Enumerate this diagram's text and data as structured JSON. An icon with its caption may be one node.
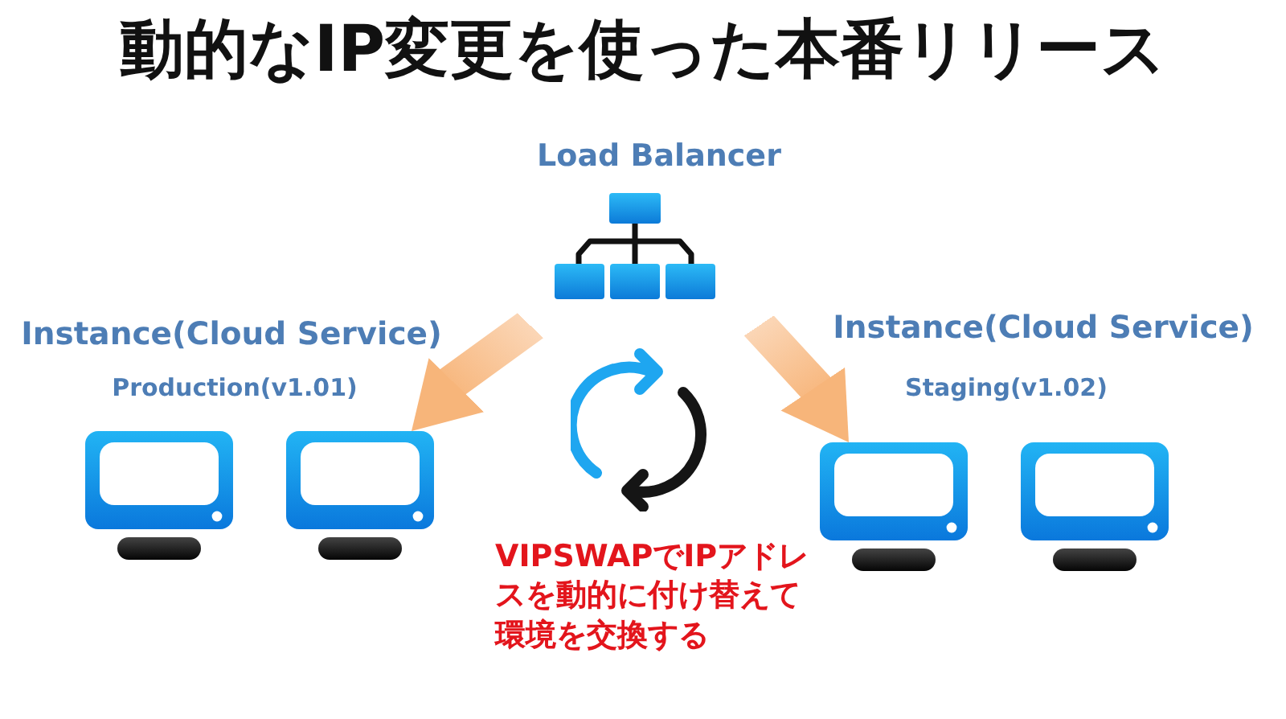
{
  "diagram": {
    "title": "動的なIP変更を使った本番リリース",
    "nodes": [
      {
        "text": [
          "Load Balancer"
        ]
      },
      {
        "text": [
          "Instance(Cloud Service)",
          "Production(v1.01)"
        ]
      },
      {
        "text": [],
        "shape": "computer",
        "in": 1
      },
      {
        "text": [],
        "shape": "computer",
        "in": 1
      },
      {
        "text": [
          "Instance(Cloud Service)",
          "Staging(v1.02)"
        ]
      },
      {
        "text": [],
        "shape": "computer",
        "in": 4
      },
      {
        "text": [],
        "shape": "computer",
        "in": 4
      }
    ],
    "edges": [
      {
        "from": 0,
        "to": 3,
        "arrow": "to",
        "style": "thick"
      },
      {
        "from": 0,
        "to": 5,
        "arrow": "to",
        "style": "thick"
      }
    ],
    "labels": [
      "VIPSWAPでIPアドレスを動的に付け替えて環境を交換する"
    ]
  }
}
